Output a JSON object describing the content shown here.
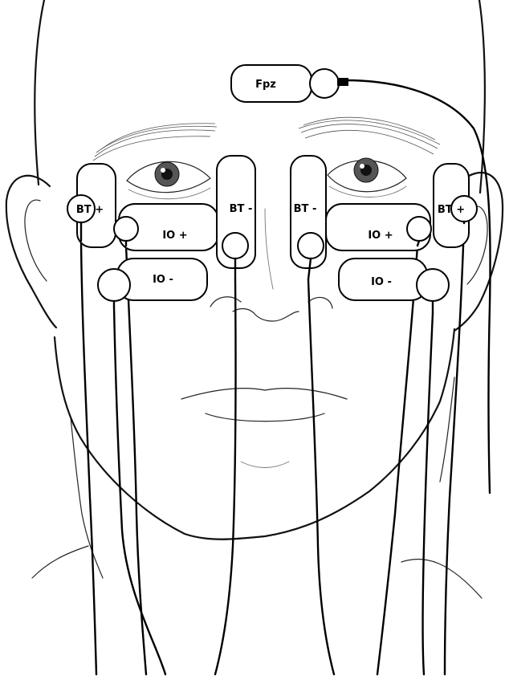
{
  "electrodes": {
    "fpz": "Fpz",
    "bt_plus_left": "BT +",
    "bt_plus_right": "BT +",
    "bt_minus_left": "BT -",
    "bt_minus_right": "BT -",
    "io_plus_left": "IO +",
    "io_plus_right": "IO +",
    "io_minus_left": "IO -",
    "io_minus_right": "IO -"
  }
}
